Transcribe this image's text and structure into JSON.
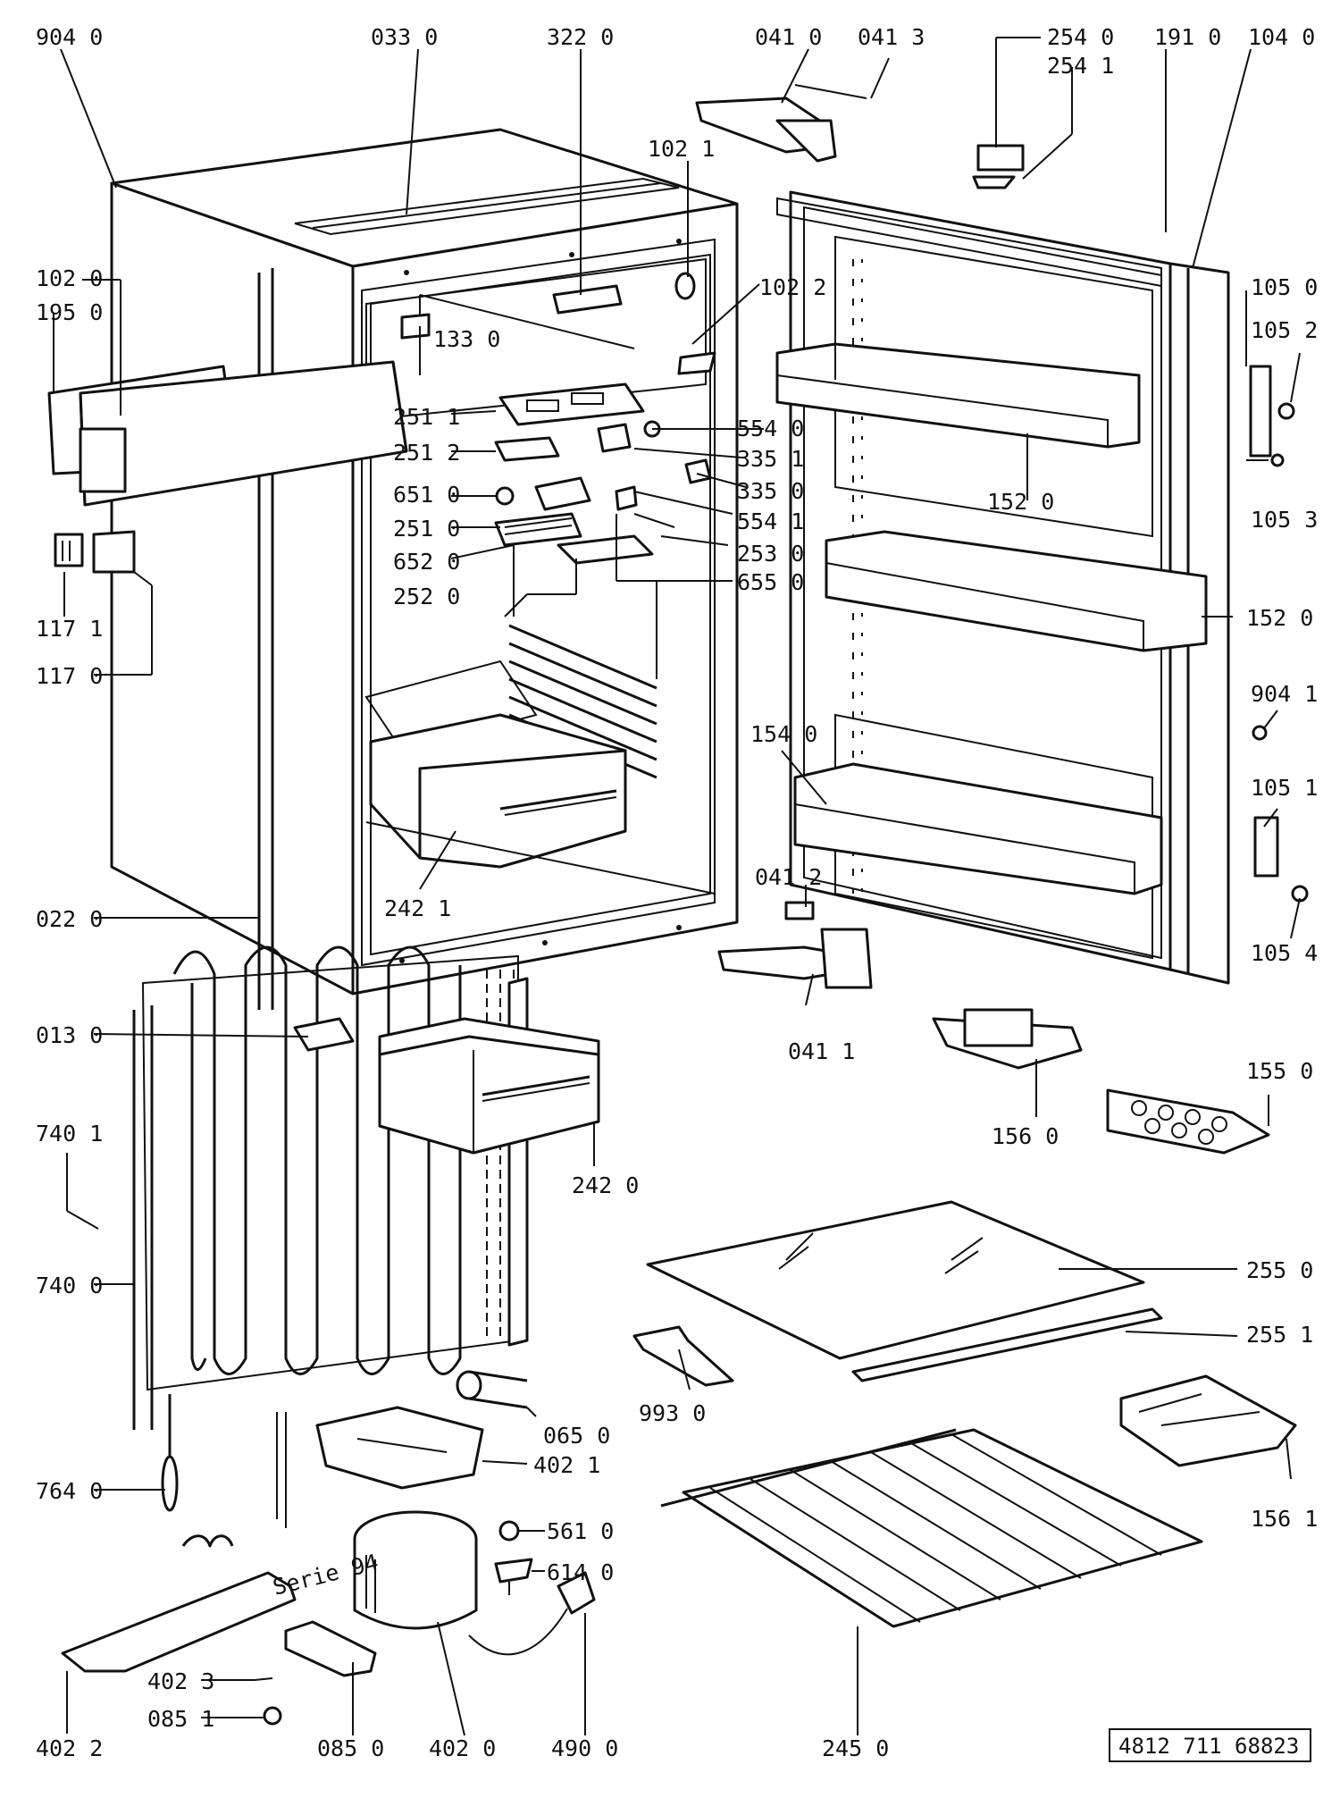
{
  "diagram": {
    "part_labels": [
      "904 0",
      "033 0",
      "322 0",
      "041 0",
      "041 3",
      "254 0",
      "254 1",
      "191 0",
      "104 0",
      "102 1",
      "102 0",
      "195 0",
      "133 0",
      "102 2",
      "105 0",
      "105 2",
      "251 1",
      "554 0",
      "251 2",
      "335 1",
      "651 0",
      "335 0",
      "251 0",
      "554 1",
      "152 0",
      "105 3",
      "652 0",
      "253 0",
      "252 0",
      "655 0",
      "152 0",
      "117 1",
      "117 0",
      "904 1",
      "154 0",
      "105 1",
      "242 1",
      "041 2",
      "022 0",
      "105 4",
      "013 0",
      "041 1",
      "156 0",
      "155 0",
      "740 1",
      "242 0",
      "740 0",
      "255 0",
      "255 1",
      "993 0",
      "065 0",
      "402 1",
      "764 0",
      "561 0",
      "156 1",
      "614 0",
      "402 3",
      "085 1",
      "402 2",
      "085 0",
      "402 0",
      "490 0",
      "245 0"
    ],
    "handwritten_note": "Serie 94",
    "document_code": "4812 711 68823"
  }
}
